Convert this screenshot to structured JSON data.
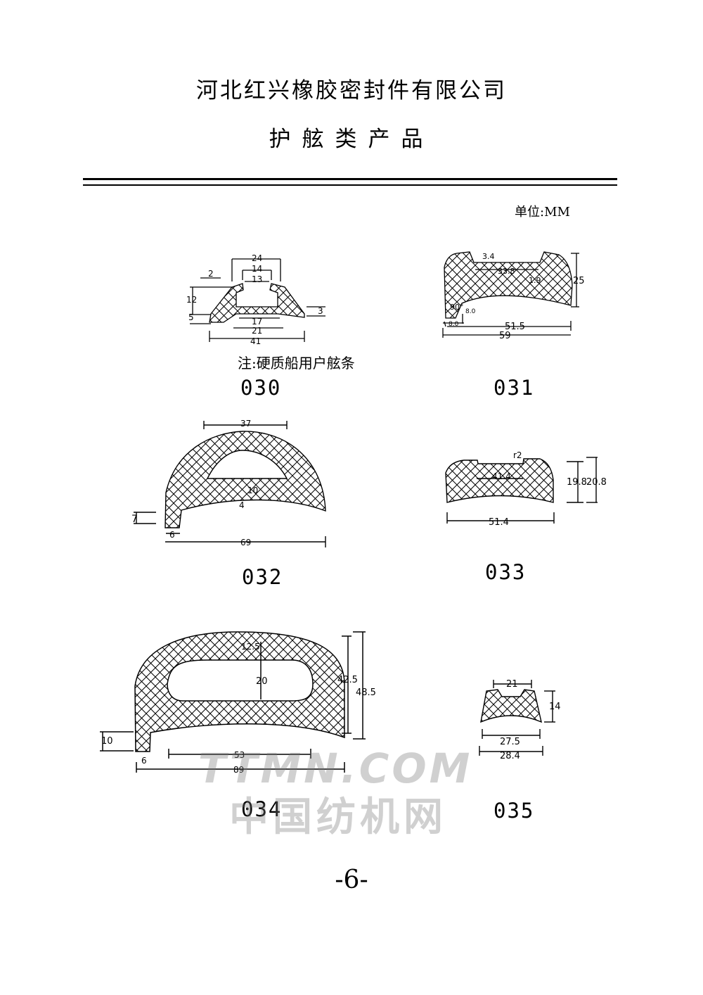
{
  "header": {
    "company": "河北红兴橡胶密封件有限公司",
    "category": "护舷类产品",
    "unit": "单位:MM"
  },
  "note": "注:硬质船用户舷条",
  "page_number": "-6-",
  "watermark": {
    "en": "TTMN.COM",
    "cn": "中国纺机网"
  },
  "products": [
    {
      "code": "030",
      "dims": [
        "24",
        "14",
        "13",
        "2",
        "12",
        "5",
        "3",
        "17",
        "21",
        "41"
      ]
    },
    {
      "code": "031",
      "dims": [
        "3.4",
        "33.8",
        "1.9",
        "25",
        "90°",
        "8.0",
        "8.0",
        "51.5",
        "59"
      ]
    },
    {
      "code": "032",
      "dims": [
        "37",
        "10",
        "4",
        "7",
        "6",
        "69"
      ]
    },
    {
      "code": "033",
      "dims": [
        "r2",
        "41.4",
        "19.8",
        "20.8",
        "51.4"
      ]
    },
    {
      "code": "034",
      "dims": [
        "12.5",
        "20",
        "42.5",
        "48.5",
        "10",
        "6",
        "53",
        "89"
      ]
    },
    {
      "code": "035",
      "dims": [
        "21",
        "14",
        "27.5",
        "28.4"
      ]
    }
  ]
}
